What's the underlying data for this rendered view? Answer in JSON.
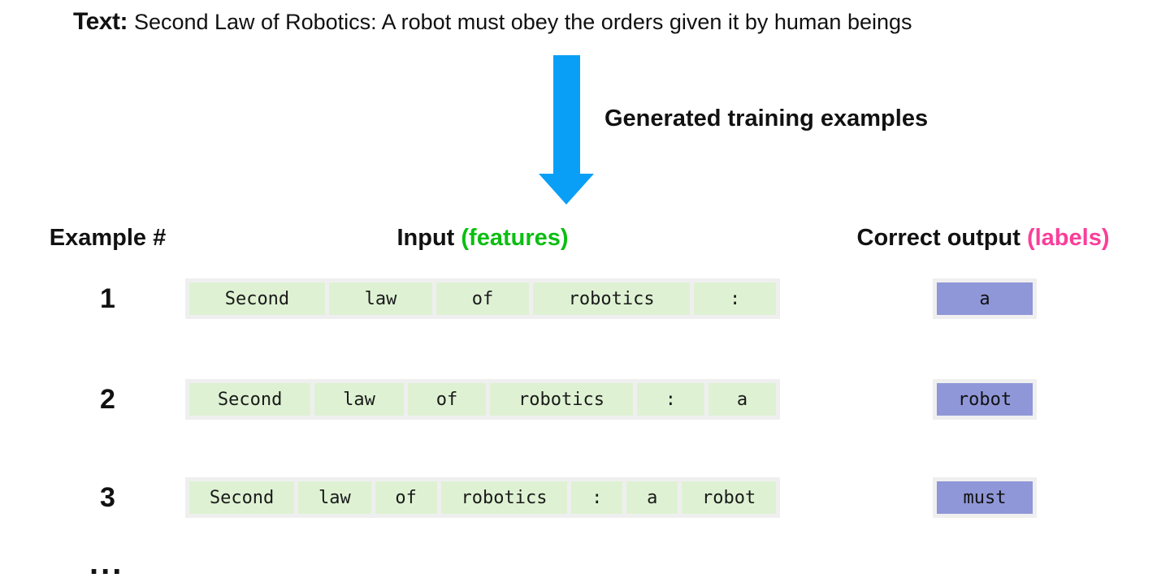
{
  "title": {
    "label": "Text:",
    "text": "Second Law of Robotics: A robot must obey the orders given it by human beings"
  },
  "arrow": {
    "caption": "Generated training examples"
  },
  "table": {
    "headers": {
      "example": "Example #",
      "input": "Input",
      "input_paren": "(features)",
      "output": "Correct output",
      "output_paren": "(labels)"
    },
    "rows": [
      {
        "number": "1",
        "tokens": [
          "Second",
          "law",
          "of",
          "robotics",
          ":"
        ],
        "output": "a"
      },
      {
        "number": "2",
        "tokens": [
          "Second",
          "law",
          "of",
          "robotics",
          ":",
          "a"
        ],
        "output": "robot"
      },
      {
        "number": "3",
        "tokens": [
          "Second",
          "law",
          "of",
          "robotics",
          ":",
          "a",
          "robot"
        ],
        "output": "must"
      }
    ],
    "ellipsis": "..."
  },
  "colors": {
    "arrow_blue": "#0a9ff7",
    "features_green": "#0cbe12",
    "labels_pink": "#fb3e9a",
    "token_green": "#def2d3",
    "tray_gray": "#efefef",
    "output_purple": "#8f97d8"
  }
}
